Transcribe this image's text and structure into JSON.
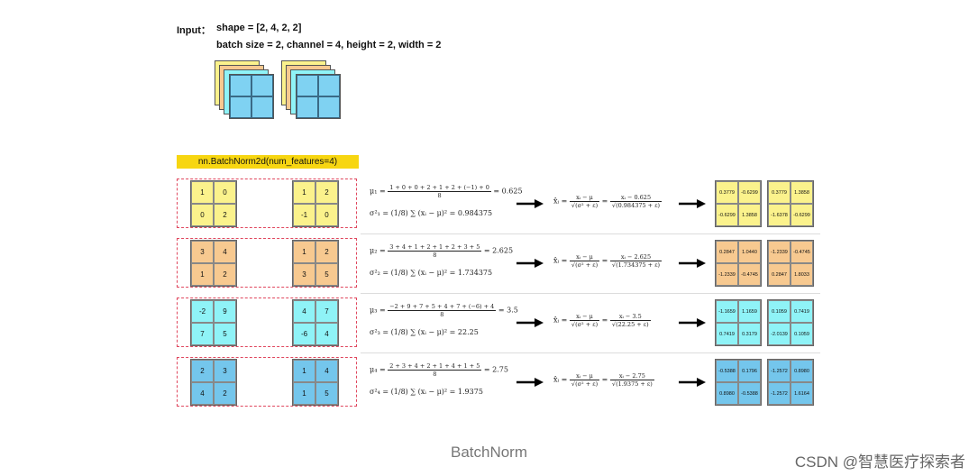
{
  "header": {
    "input_label": "Input：",
    "shape_text": "shape = [2, 4, 2, 2]",
    "dims_text": "batch size = 2,   channel = 4,   height = 2,   width = 2"
  },
  "module_label": "nn.BatchNorm2d(num_features=4)",
  "colors": {
    "yellow": "#fbf28c",
    "orange": "#f7c990",
    "cyan": "#8ff3f7",
    "blue": "#74c6ec",
    "dash": "#e0475e",
    "label_bg": "#f7d611",
    "stack_front": "#7fd2f2",
    "stack_2": "#8ff3f7",
    "stack_3": "#f7c990",
    "stack_4": "#fbf28c"
  },
  "rows": [
    {
      "color_key": "yellow",
      "in1": [
        "1",
        "0",
        "0",
        "2"
      ],
      "in2": [
        "1",
        "2",
        "-1",
        "0"
      ],
      "mu_sym": "μ₁",
      "mu_num": "1 + 0 + 0 + 2 + 1 + 2 + (−1) + 0",
      "mu_den": "8",
      "mu_val": "= 0.625",
      "var_sym": "σ²₁",
      "var_expr": "= (1/8) ∑ (xᵢ − μ)² = 0.984375",
      "norm_num": "xᵢ − 0.625",
      "norm_den": "√(0.984375 + ε)",
      "out1": [
        "0.3779",
        "-0.6299",
        "-0.6299",
        "1.3858"
      ],
      "out2": [
        "0.3779",
        "1.3858",
        "-1.6378",
        "-0.6299"
      ]
    },
    {
      "color_key": "orange",
      "in1": [
        "3",
        "4",
        "1",
        "2"
      ],
      "in2": [
        "1",
        "2",
        "3",
        "5"
      ],
      "mu_sym": "μ₂",
      "mu_num": "3 + 4 + 1 + 2 + 1 + 2 + 3 + 5",
      "mu_den": "8",
      "mu_val": "= 2.625",
      "var_sym": "σ²₂",
      "var_expr": "= (1/8) ∑ (xᵢ − μ)² = 1.734375",
      "norm_num": "xᵢ − 2.625",
      "norm_den": "√(1.734375 + ε)",
      "out1": [
        "0.2847",
        "1.0440",
        "-1.2339",
        "-0.4745"
      ],
      "out2": [
        "-1.2339",
        "-0.4745",
        "0.2847",
        "1.8033"
      ]
    },
    {
      "color_key": "cyan",
      "in1": [
        "-2",
        "9",
        "7",
        "5"
      ],
      "in2": [
        "4",
        "7",
        "-6",
        "4"
      ],
      "mu_sym": "μ₃",
      "mu_num": "−2 + 9 + 7 + 5 + 4 + 7 + (−6) + 4",
      "mu_den": "8",
      "mu_val": "= 3.5",
      "var_sym": "σ²₃",
      "var_expr": "= (1/8) ∑ (xᵢ − μ)² = 22.25",
      "norm_num": "xᵢ − 3.5",
      "norm_den": "√(22.25 + ε)",
      "out1": [
        "-1.1659",
        "1.1659",
        "0.7419",
        "0.3179"
      ],
      "out2": [
        "0.1059",
        "0.7419",
        "-2.0139",
        "0.1059"
      ]
    },
    {
      "color_key": "blue",
      "in1": [
        "2",
        "3",
        "4",
        "2"
      ],
      "in2": [
        "1",
        "4",
        "1",
        "5"
      ],
      "mu_sym": "μ₄",
      "mu_num": "2 + 3 + 4 + 2 + 1 + 4 + 1 + 5",
      "mu_den": "8",
      "mu_val": "= 2.75",
      "var_sym": "σ²₄",
      "var_expr": "= (1/8) ∑ (xᵢ − μ)² = 1.9375",
      "norm_num": "xᵢ − 2.75",
      "norm_den": "√(1.9375 + ε)",
      "out1": [
        "-0.5388",
        "0.1796",
        "0.8980",
        "-0.5388"
      ],
      "out2": [
        "-1.2572",
        "0.8980",
        "-1.2572",
        "1.6164"
      ]
    }
  ],
  "norm_general": {
    "lhs": "x̂ᵢ =",
    "num": "xᵢ − μ",
    "den": "√(σ² + ε)"
  },
  "caption": "BatchNorm",
  "watermark": "CSDN @智慧医疗探索者"
}
